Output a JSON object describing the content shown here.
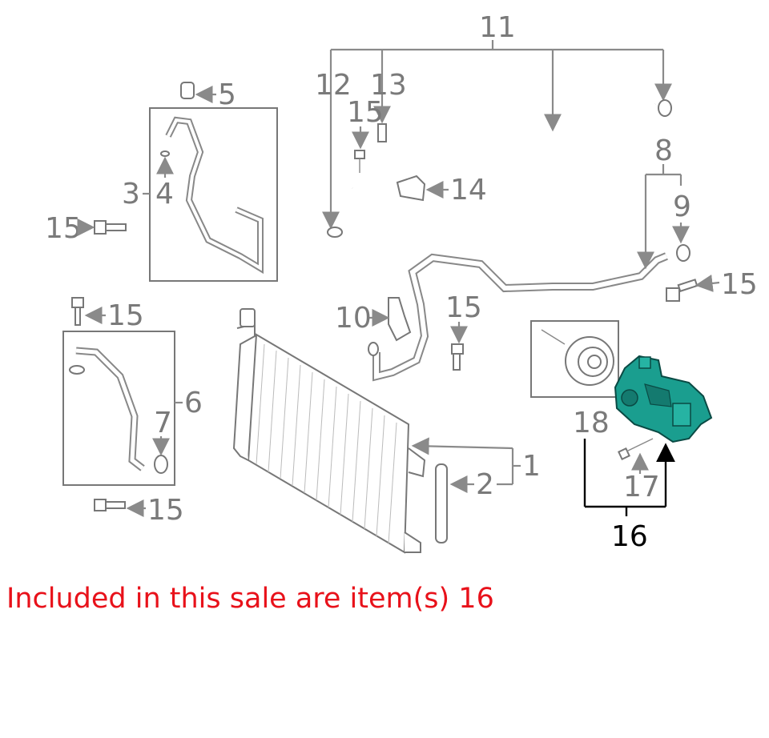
{
  "callouts": {
    "c1": "1",
    "c2": "2",
    "c3": "3",
    "c4": "4",
    "c5": "5",
    "c6": "6",
    "c7": "7",
    "c8": "8",
    "c9": "9",
    "c10": "10",
    "c11": "11",
    "c12": "12",
    "c13": "13",
    "c14": "14",
    "c15": "15",
    "c16": "16",
    "c17": "17",
    "c18": "18"
  },
  "caption": "Included in this sale are item(s) 16",
  "colors": {
    "highlight_part": "#1a9e8f",
    "caption": "#e8111a",
    "linework": "#8a8a8a"
  }
}
